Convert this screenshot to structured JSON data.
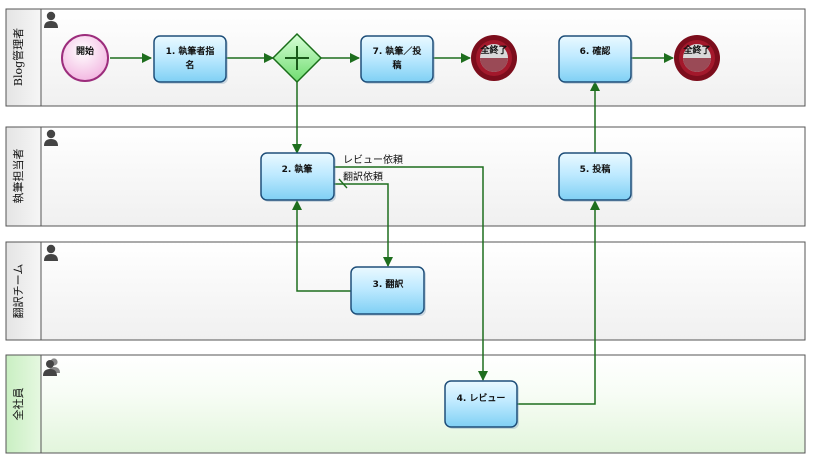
{
  "lanes": [
    {
      "id": "lane1",
      "label": "Blog管理者",
      "variant": "white"
    },
    {
      "id": "lane2",
      "label": "執筆担当者",
      "variant": "white"
    },
    {
      "id": "lane3",
      "label": "翻訳チーム",
      "variant": "white"
    },
    {
      "id": "lane4",
      "label": "全社員",
      "variant": "green"
    }
  ],
  "events": {
    "start": {
      "label": "開始"
    },
    "end1": {
      "label": "全終了"
    },
    "end2": {
      "label": "全終了"
    }
  },
  "tasks": {
    "t1": {
      "label_line1": "1. 執筆者指",
      "label_line2": "名"
    },
    "t7": {
      "label_line1": "7. 執筆／投",
      "label_line2": "稿"
    },
    "t6": {
      "label_line1": "6. 確認",
      "label_line2": ""
    },
    "t2": {
      "label_line1": "2. 執筆",
      "label_line2": ""
    },
    "t5": {
      "label_line1": "5. 投稿",
      "label_line2": ""
    },
    "t3": {
      "label_line1": "3. 翻訳",
      "label_line2": ""
    },
    "t4": {
      "label_line1": "4. レビュー",
      "label_line2": ""
    }
  },
  "flow_labels": {
    "review_request": "レビュー依頼",
    "translate_request": "翻訳依頼"
  },
  "colors": {
    "flow": "#1e6e1e",
    "task_fill": "#9ddcf9",
    "task_stroke": "#1f4f7a",
    "gateway_fill": "#8ee88e",
    "start_fill": "#f6c6e6",
    "end_fill": "#8a1020"
  }
}
